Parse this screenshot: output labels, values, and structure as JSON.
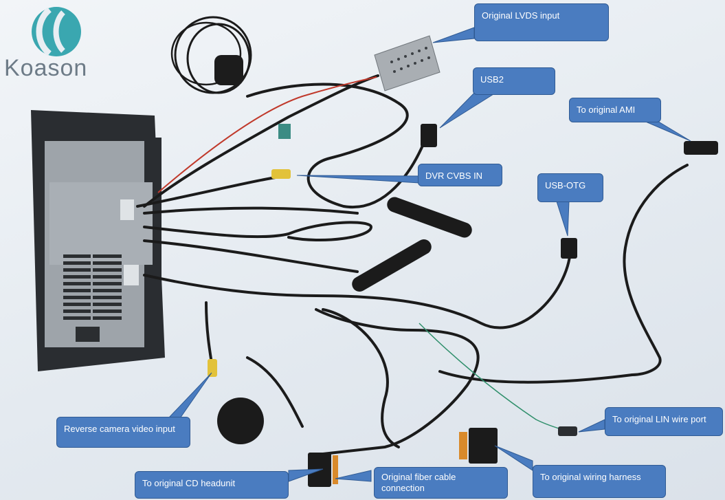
{
  "logo": {
    "wordmark": "Koason"
  },
  "callouts": {
    "lvds": "Original LVDS input",
    "usb2": "USB2",
    "ami": "To original AMI",
    "dvr": "DVR CVBS IN",
    "usb_otg": "USB-OTG",
    "reverse_cam": "Reverse camera video input",
    "lin": "To original LIN wire port",
    "cd_headunit": "To original CD headunit",
    "fiber": "Original fiber cable connection",
    "wiring": "To original wiring harness"
  },
  "colors": {
    "callout_fill": "#4a7cc0",
    "callout_border": "#2f5a93",
    "cable": "#1b1b1b",
    "logo_teal": "#3aa7b0"
  }
}
